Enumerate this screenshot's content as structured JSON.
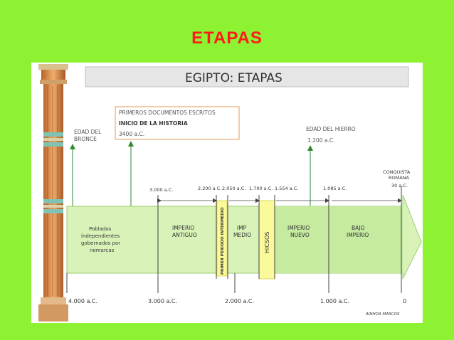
{
  "slide": {
    "title": "ETAPAS"
  },
  "diagram": {
    "title": "EGIPTO: ETAPAS",
    "callout": {
      "line1": "PRIMEROS DOCUMENTOS ESCRITOS",
      "line2": "INICIO DE LA HISTORIA",
      "line3": "3400 a.C."
    },
    "bronze_age": {
      "line1": "EDAD DEL",
      "line2": "BRONCE"
    },
    "iron_age": {
      "line1": "EDAD DEL HIERRO",
      "line2": "1.200 a.C."
    },
    "conquest": {
      "line1": "CONQUISTA",
      "line2": "ROMANA",
      "line3": "30 a.C."
    },
    "top_dates": {
      "d3000": "3.000 a.C.",
      "d2200": "2.200 a.C.",
      "d2050": "2.050 a.C.",
      "d1700": "1.700 a.C.",
      "d1554": "1.554 a.C.",
      "d1085": "1.085 a.C."
    },
    "periods": {
      "poblados": [
        "Poblados",
        "independientes",
        "gobernados por",
        "nomarcas"
      ],
      "imperio_antiguo": [
        "IMPERIO",
        "ANTIGUO"
      ],
      "primer_periodo": "PRIMER PERIODO INTERMEDIO",
      "imp_medio": [
        "IMP",
        "MEDIO"
      ],
      "hicsos": "HICSOS",
      "imperio_nuevo": [
        "IMPERIO",
        "NUEVO"
      ],
      "bajo_imperio": [
        "BAJO",
        "IMPERIO"
      ]
    },
    "axis_labels": {
      "a4000": "4.000 a.C.",
      "a3000": "3.000 a.C.",
      "a2000": "2.000 a.C.",
      "a1000": "1.000 a.C.",
      "a0": "0"
    },
    "author": "AINHOA MARCOS",
    "colors": {
      "background": "#8cf232",
      "slide_title": "#ff1a1a",
      "band_light": "#d8f2b8",
      "band_dark": "#b7e58f",
      "highlight": "#fafa9a",
      "accent_orange": "#e39a57"
    }
  }
}
